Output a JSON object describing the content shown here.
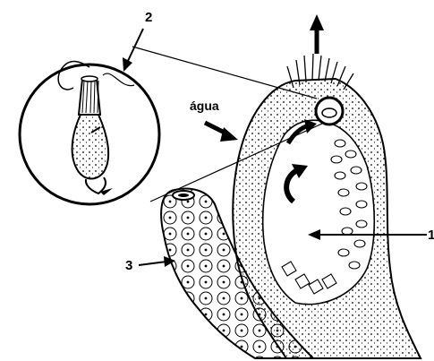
{
  "diagram": {
    "labels": {
      "one": "1",
      "two": "2",
      "three": "3",
      "water": "água"
    },
    "colors": {
      "ink": "#000000",
      "background": "#ffffff",
      "fill_light": "#f2f2f2"
    }
  }
}
